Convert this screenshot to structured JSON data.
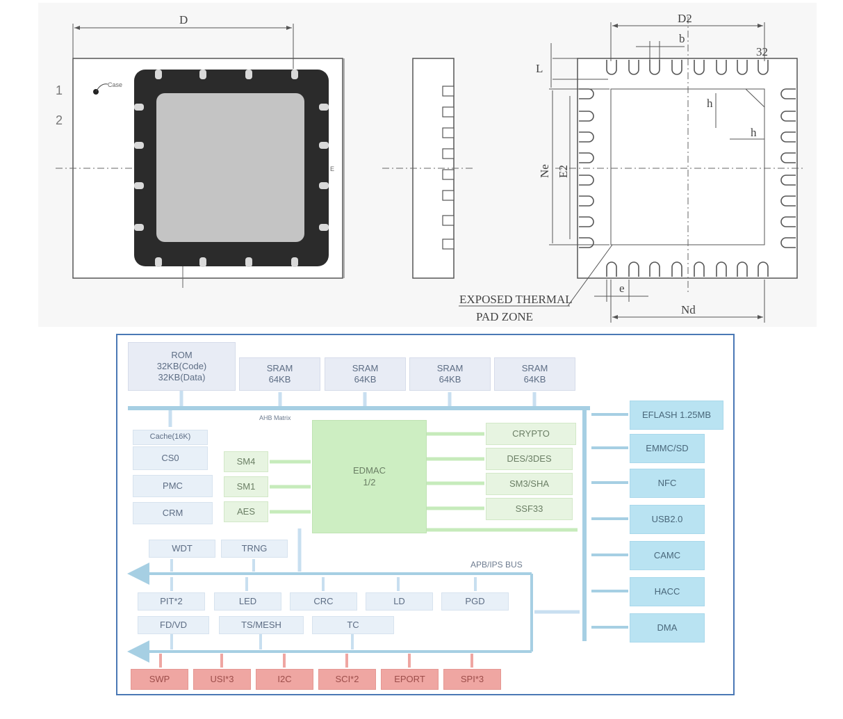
{
  "package": {
    "dim_D": "D",
    "dim_D2": "D2",
    "dim_b": "b",
    "dim_32": "32",
    "dim_L": "L",
    "dim_h1": "h",
    "dim_h2": "h",
    "dim_Ne": "Ne",
    "dim_E2": "E2",
    "dim_E": "E",
    "dim_e": "e",
    "dim_Nd": "Nd",
    "pin1": "1",
    "pin2": "2",
    "corner_label": "Case",
    "exposed_line1": "EXPOSED THERMAL",
    "exposed_line2": "PAD ZONE"
  },
  "block": {
    "rom": "ROM\n32KB(Code)\n32KB(Data)",
    "sram": [
      "SRAM\n64KB",
      "SRAM\n64KB",
      "SRAM\n64KB",
      "SRAM\n64KB"
    ],
    "ahb_label": "AHB Matrix",
    "cache": "Cache(16K)",
    "cs0": "CS0",
    "pmc": "PMC",
    "crm": "CRM",
    "sm4": "SM4",
    "sm1": "SM1",
    "aes": "AES",
    "edmac": "EDMAC\n1/2",
    "crypto": [
      "CRYPTO",
      "DES/3DES",
      "SM3/SHA",
      "SSF33"
    ],
    "wdt": "WDT",
    "trng": "TRNG",
    "apb_label": "APB/IPS BUS",
    "periph_row1": [
      "PIT*2",
      "LED",
      "CRC",
      "LD",
      "PGD"
    ],
    "periph_row2": [
      "FD/VD",
      "TS/MESH",
      "TC"
    ],
    "right_blocks": [
      "EFLASH 1.25MB",
      "EMMC/SD",
      "NFC",
      "USB2.0",
      "CAMC",
      "HACC",
      "DMA"
    ],
    "io_blocks": [
      "SWP",
      "USI*3",
      "I2C",
      "SCI*2",
      "EPORT",
      "SPI*3"
    ]
  }
}
